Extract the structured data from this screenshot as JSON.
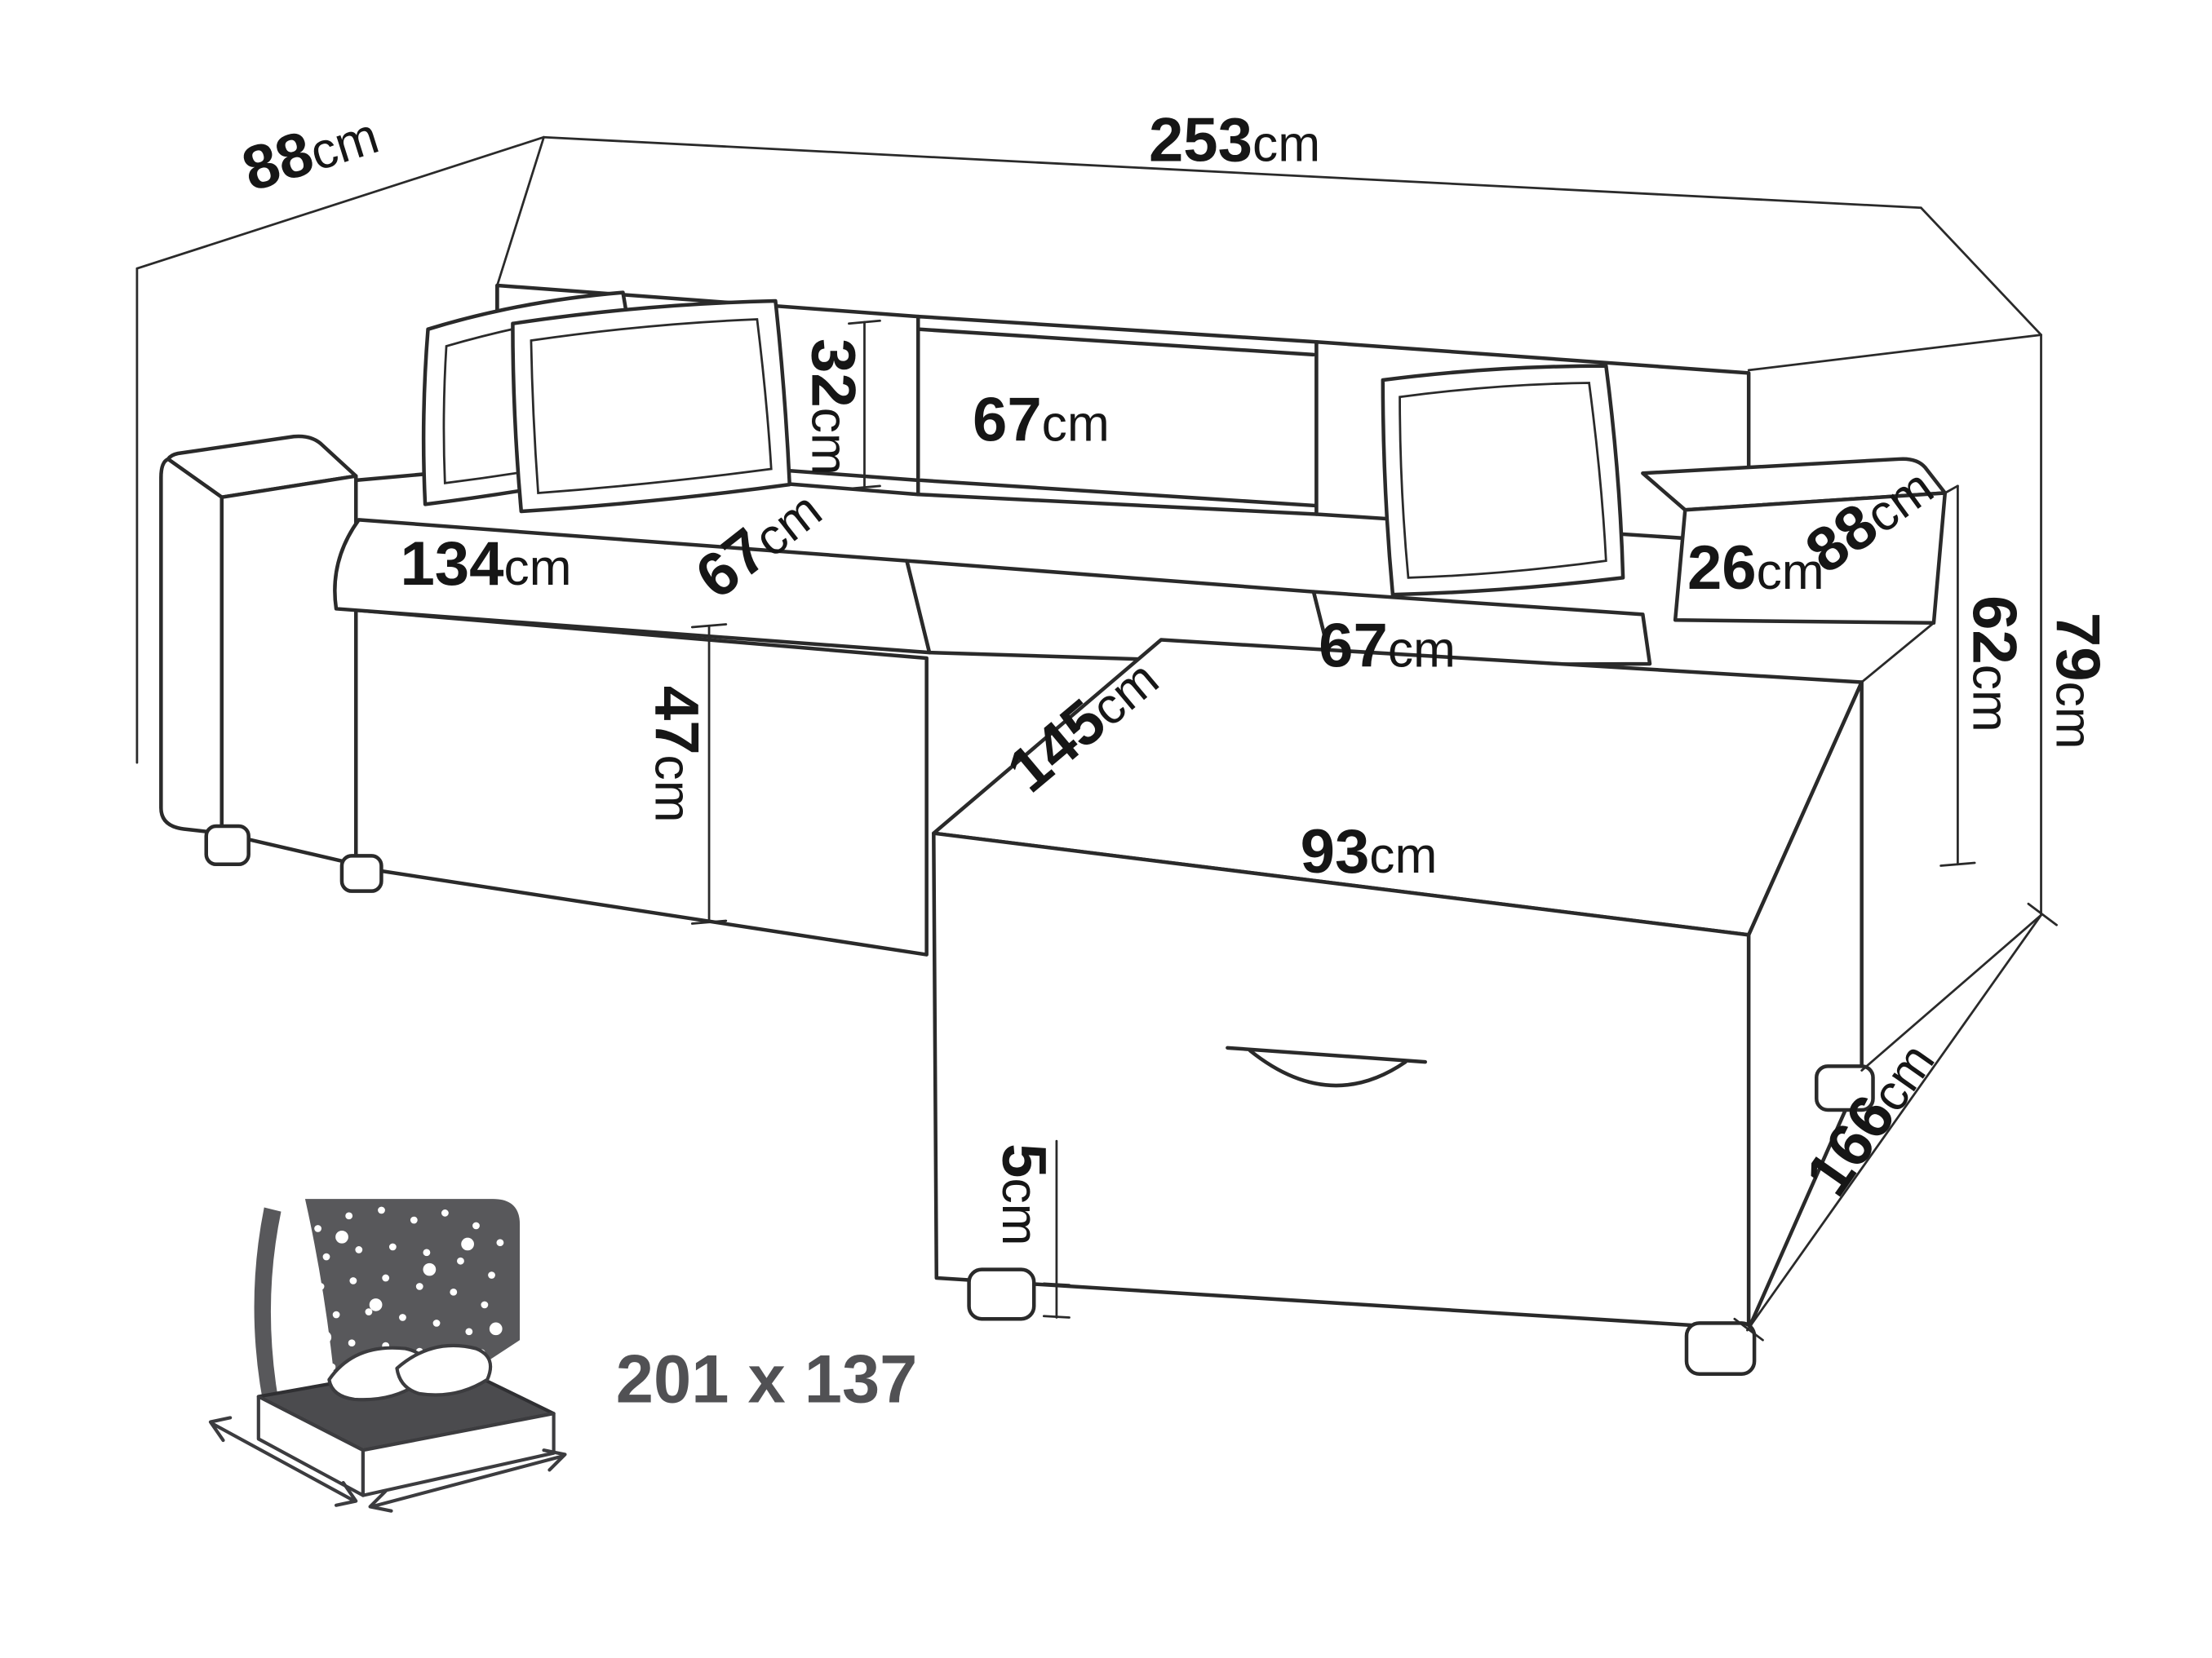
{
  "diagram": {
    "icons": {
      "bed": "sleeping-function-bed-icon"
    },
    "dims": {
      "back_depth_left": {
        "value": "88",
        "unit": "cm"
      },
      "total_width": {
        "value": "253",
        "unit": "cm"
      },
      "backrest_height": {
        "value": "32",
        "unit": "cm"
      },
      "backrest_section_width": {
        "value": "67",
        "unit": "cm"
      },
      "seat_section_width": {
        "value": "134",
        "unit": "cm"
      },
      "seat_depth": {
        "value": "67",
        "unit": "cm"
      },
      "chaise_top_width": {
        "value": "67",
        "unit": "cm"
      },
      "armrest_width": {
        "value": "26",
        "unit": "cm"
      },
      "armrest_depth": {
        "value": "88",
        "unit": "cm"
      },
      "armrest_height": {
        "value": "62",
        "unit": "cm"
      },
      "total_height": {
        "value": "79",
        "unit": "cm"
      },
      "seat_height": {
        "value": "47",
        "unit": "cm"
      },
      "chaise_length": {
        "value": "145",
        "unit": "cm"
      },
      "chaise_front_width": {
        "value": "93",
        "unit": "cm"
      },
      "leg_height": {
        "value": "5",
        "unit": "cm"
      },
      "side_depth_total": {
        "value": "166",
        "unit": "cm"
      },
      "bed_area": {
        "value": "201 x 137",
        "unit": ""
      }
    }
  }
}
